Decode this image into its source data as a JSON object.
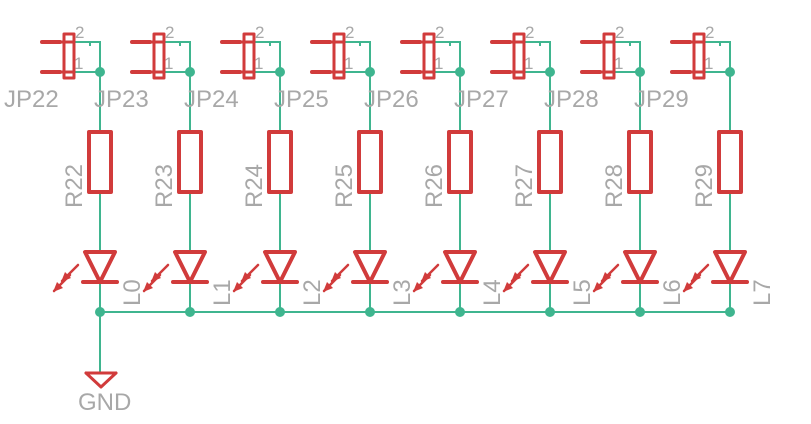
{
  "colors": {
    "wire": "#3fb58f",
    "part": "#d13b3b",
    "label": "#a8a8a8",
    "background": "#ffffff"
  },
  "channels": [
    {
      "jumper": "JP22",
      "resistor": "R22",
      "led": "L0",
      "pin1": "1",
      "pin2": "2"
    },
    {
      "jumper": "JP23",
      "resistor": "R23",
      "led": "L1",
      "pin1": "1",
      "pin2": "2"
    },
    {
      "jumper": "JP24",
      "resistor": "R24",
      "led": "L2",
      "pin1": "1",
      "pin2": "2"
    },
    {
      "jumper": "JP25",
      "resistor": "R25",
      "led": "L3",
      "pin1": "1",
      "pin2": "2"
    },
    {
      "jumper": "JP26",
      "resistor": "R26",
      "led": "L4",
      "pin1": "1",
      "pin2": "2"
    },
    {
      "jumper": "JP27",
      "resistor": "R27",
      "led": "L5",
      "pin1": "1",
      "pin2": "2"
    },
    {
      "jumper": "JP28",
      "resistor": "R28",
      "led": "L6",
      "pin1": "1",
      "pin2": "2"
    },
    {
      "jumper": "JP29",
      "resistor": "R29",
      "led": "L7",
      "pin1": "1",
      "pin2": "2"
    }
  ],
  "ground": {
    "label": "GND"
  }
}
